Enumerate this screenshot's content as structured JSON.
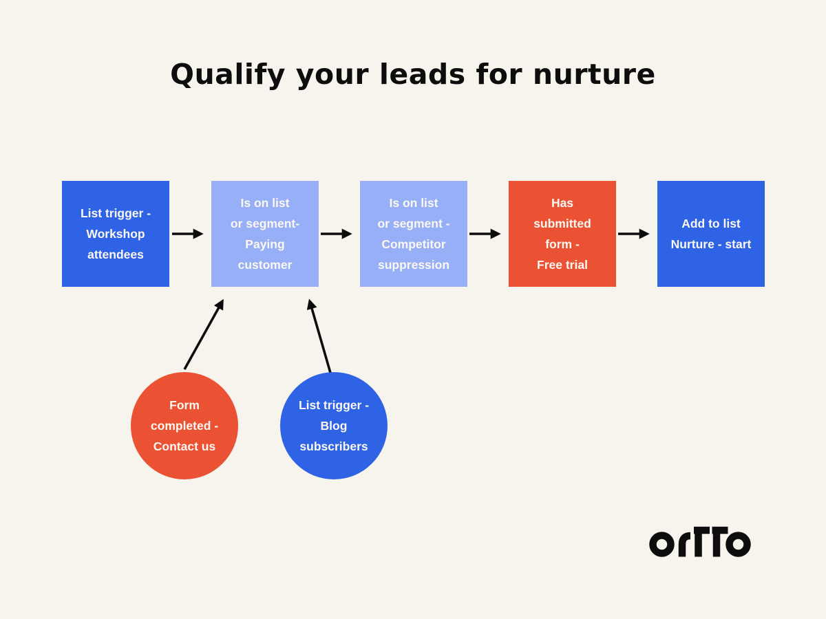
{
  "title": "Qualify your leads for nurture",
  "palette": {
    "background": "#f7f4ee",
    "blue": "#2e63e5",
    "light_blue": "#96aff6",
    "orange": "#eb5234",
    "ink": "#0d0d0d",
    "node_text": "#fbf8f1"
  },
  "flow": {
    "boxes": [
      {
        "id": "box-1",
        "shape": "square",
        "color_key": "blue",
        "lines": [
          "List trigger -",
          "Workshop",
          "attendees"
        ]
      },
      {
        "id": "box-2",
        "shape": "square",
        "color_key": "light_blue",
        "lines": [
          "Is on list",
          "or segment-",
          "Paying",
          "customer"
        ]
      },
      {
        "id": "box-3",
        "shape": "square",
        "color_key": "light_blue",
        "lines": [
          "Is on list",
          "or segment -",
          "Competitor",
          "suppression"
        ]
      },
      {
        "id": "box-4",
        "shape": "square",
        "color_key": "orange",
        "lines": [
          "Has",
          "submitted",
          "form -",
          "Free trial"
        ]
      },
      {
        "id": "box-5",
        "shape": "square",
        "color_key": "blue",
        "lines": [
          "Add to list",
          "Nurture - start"
        ]
      }
    ],
    "circles": [
      {
        "id": "circle-1",
        "shape": "circle",
        "color_key": "orange",
        "lines": [
          "Form",
          "completed -",
          "Contact us"
        ]
      },
      {
        "id": "circle-2",
        "shape": "circle",
        "color_key": "blue",
        "lines": [
          "List trigger -",
          "Blog",
          "subscribers"
        ]
      }
    ],
    "connections": [
      {
        "from": "box-1",
        "to": "box-2"
      },
      {
        "from": "box-2",
        "to": "box-3"
      },
      {
        "from": "box-3",
        "to": "box-4"
      },
      {
        "from": "box-4",
        "to": "box-5"
      },
      {
        "from": "circle-1",
        "to": "box-2"
      },
      {
        "from": "circle-2",
        "to": "box-2"
      }
    ]
  },
  "logo": {
    "wordmark": "ortto"
  }
}
